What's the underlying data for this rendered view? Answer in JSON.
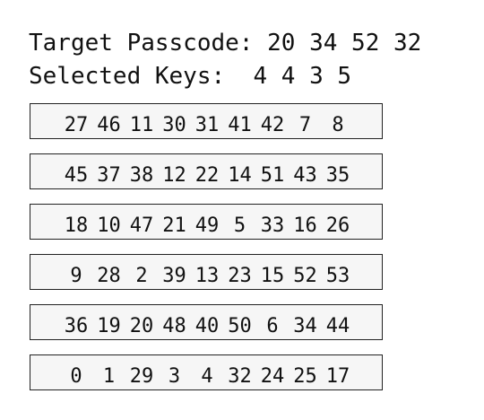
{
  "header": {
    "target_label": "Target Passcode:",
    "target_code": [
      "20",
      "34",
      "52",
      "32"
    ],
    "selected_label": "Selected Keys:",
    "selected_keys": [
      "4",
      "4",
      "3",
      "5"
    ]
  },
  "keypad": {
    "rows": [
      [
        "27",
        "46",
        "11",
        "30",
        "31",
        "41",
        "42",
        "7",
        "8"
      ],
      [
        "45",
        "37",
        "38",
        "12",
        "22",
        "14",
        "51",
        "43",
        "35"
      ],
      [
        "18",
        "10",
        "47",
        "21",
        "49",
        "5",
        "33",
        "16",
        "26"
      ],
      [
        "9",
        "28",
        "2",
        "39",
        "13",
        "23",
        "15",
        "52",
        "53"
      ],
      [
        "36",
        "19",
        "20",
        "48",
        "40",
        "50",
        "6",
        "34",
        "44"
      ],
      [
        "0",
        "1",
        "29",
        "3",
        "4",
        "32",
        "24",
        "25",
        "17"
      ]
    ]
  }
}
